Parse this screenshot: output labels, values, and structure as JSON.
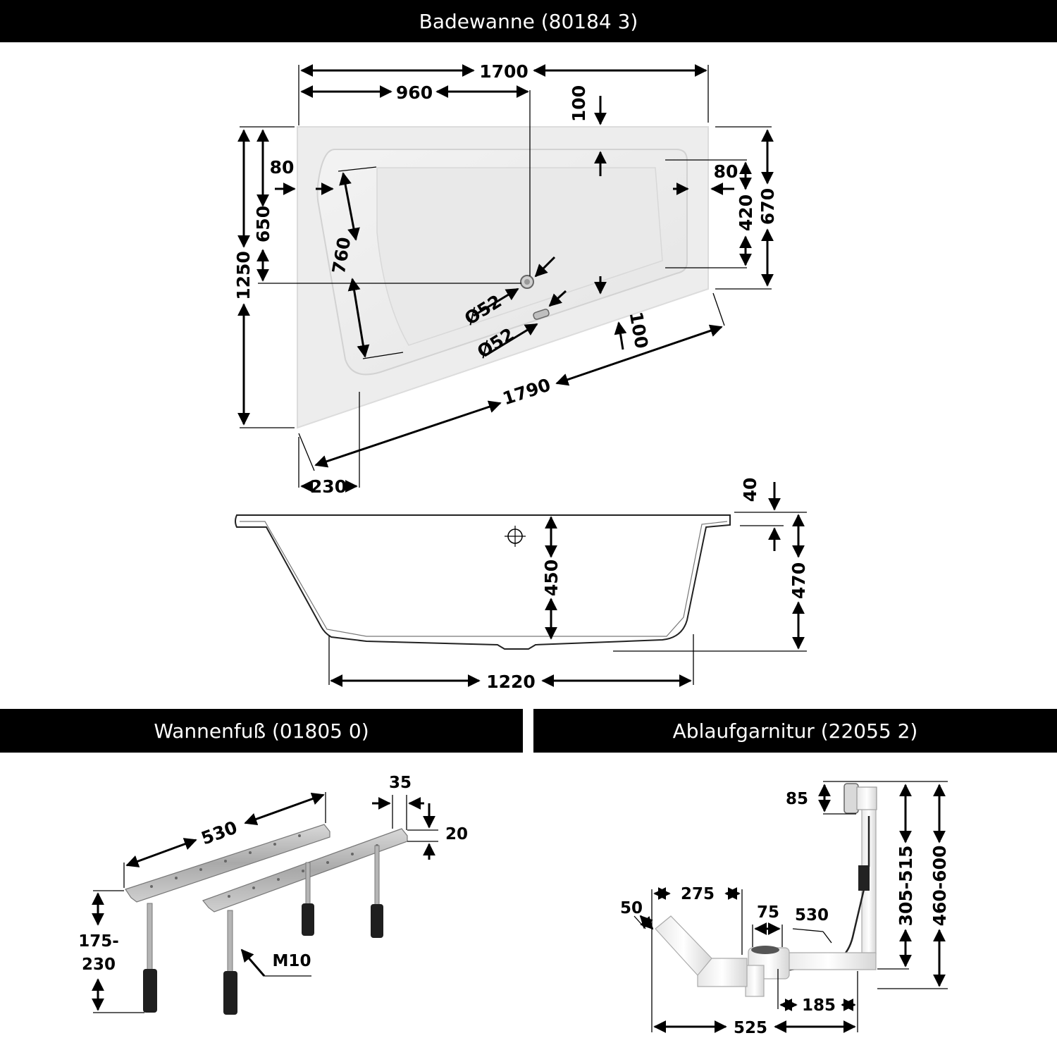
{
  "headers": {
    "bathtub": "Badewanne (80184 3)",
    "feet": "Wannenfuß (01805 0)",
    "drain": "Ablaufgarnitur (22055 2)"
  },
  "top_view": {
    "width_total": "1700",
    "width_to_drain": "960",
    "back_rim": "100",
    "depth_total": "1250",
    "depth_to_drain": "650",
    "left_rim": "80",
    "right_rim": "80",
    "right_inner_depth": "420",
    "right_depth": "670",
    "slant_inner": "760",
    "drain_dia_1": "Ø52",
    "drain_dia_2": "Ø52",
    "front_rim": "100",
    "front_length": "1790",
    "front_offset": "230"
  },
  "side_view": {
    "rim_height": "40",
    "inner_depth": "450",
    "total_height": "470",
    "bottom_length": "1220"
  },
  "feet": {
    "length": "530",
    "width": "35",
    "profile_height": "20",
    "height_range_1": "175-",
    "height_range_2": "230",
    "thread": "M10"
  },
  "drain": {
    "overflow_height": "85",
    "range_inner": "305-515",
    "range_outer": "460-600",
    "pipe_dia": "50",
    "offset_275": "275",
    "width_75": "75",
    "cable_length": "530",
    "offset_185": "185",
    "total_length": "525"
  }
}
